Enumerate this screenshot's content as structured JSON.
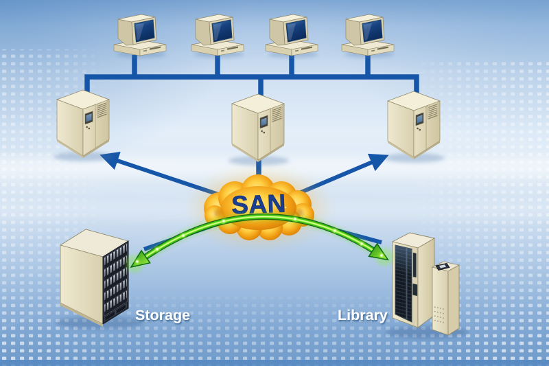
{
  "diagram": {
    "type": "san-network-diagram",
    "san_label": "SAN",
    "storage_label": "Storage",
    "library_label": "Library",
    "workstation_count": 4,
    "server_count": 3,
    "icons": {
      "workstation": "desktop-computer-icon",
      "server": "server-tower-icon",
      "storage": "disk-array-rack-icon",
      "library": "tape-library-icon",
      "san": "cloud-icon"
    },
    "colors": {
      "connector_blue": "#1656a8",
      "arrow_green": "#4ecb1e",
      "arrow_green_glow": "#a8f53f",
      "cloud_orange": "#f09c12",
      "cloud_highlight": "#ffd84f",
      "san_text_blue": "#1c3e91",
      "label_text": "#ffffff",
      "device_beige": "#ece5ca",
      "screen_navy": "#16407e",
      "background_top": "#7ea6d3",
      "background_light": "#e3eef9",
      "background_bottom": "#6f9ac9"
    }
  }
}
